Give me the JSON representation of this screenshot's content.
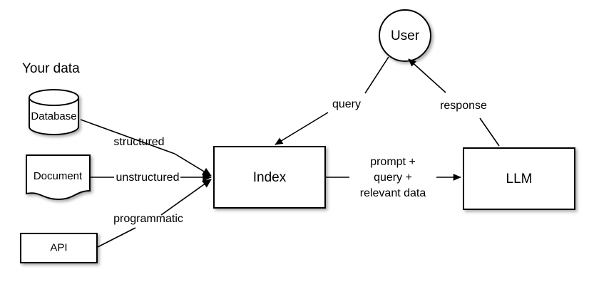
{
  "diagram": {
    "title": "Your data",
    "nodes": {
      "database": {
        "label": "Database",
        "shape": "cylinder"
      },
      "document": {
        "label": "Document",
        "shape": "document"
      },
      "api": {
        "label": "API",
        "shape": "rectangle"
      },
      "index": {
        "label": "Index",
        "shape": "rectangle"
      },
      "llm": {
        "label": "LLM",
        "shape": "rectangle"
      },
      "user": {
        "label": "User",
        "shape": "circle"
      }
    },
    "edges": [
      {
        "id": "structured",
        "label": "structured",
        "from": "database",
        "to": "index"
      },
      {
        "id": "unstructured",
        "label": "unstructured",
        "from": "document",
        "to": "index"
      },
      {
        "id": "programmatic",
        "label": "programmatic",
        "from": "api",
        "to": "index"
      },
      {
        "id": "query",
        "label": "query",
        "from": "user",
        "to": "index"
      },
      {
        "id": "prompt",
        "label_line1": "prompt +",
        "label_line2": "query +",
        "label_line3": "relevant data",
        "from": "index",
        "to": "llm"
      },
      {
        "id": "response",
        "label": "response",
        "from": "llm",
        "to": "user"
      }
    ],
    "colors": {
      "stroke": "#000000",
      "fill": "#ffffff",
      "text": "#000000",
      "shadow": "#b3b3b3"
    }
  }
}
